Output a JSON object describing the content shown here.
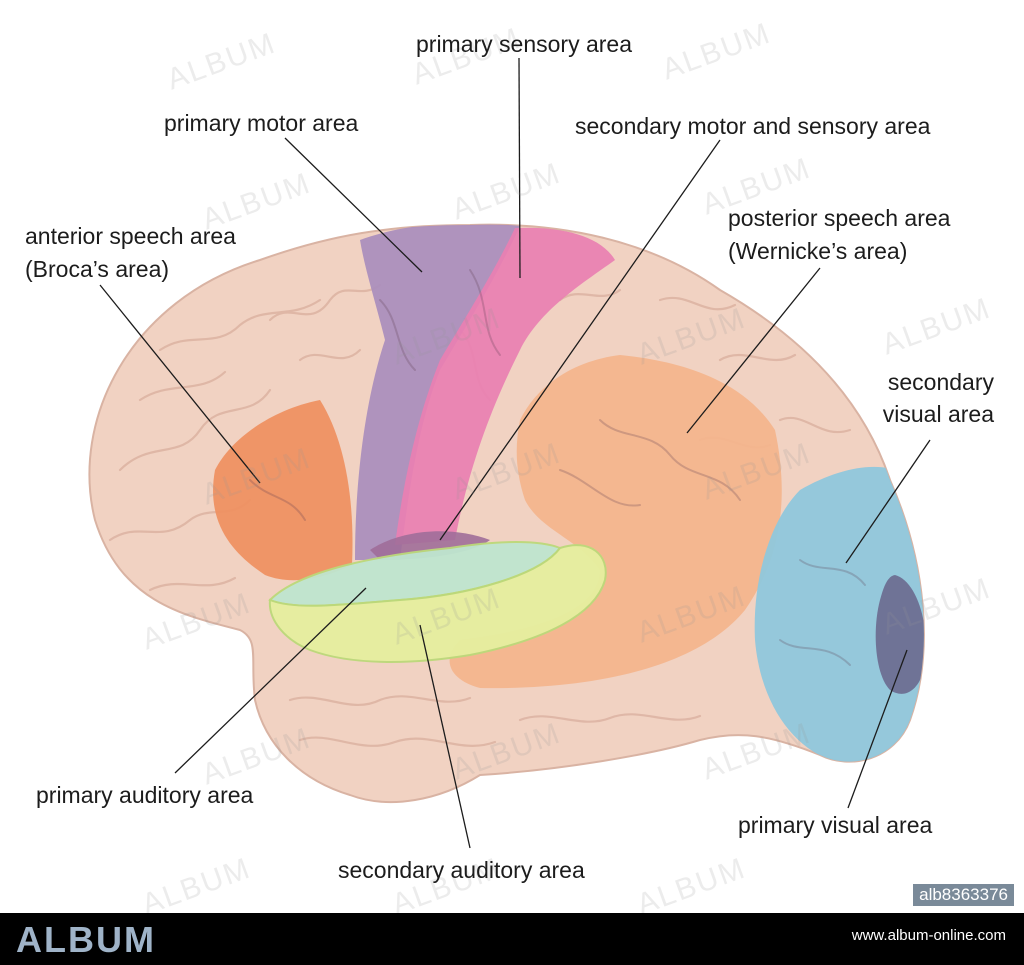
{
  "labels": {
    "primary_sensory": "primary sensory area",
    "primary_motor": "primary motor area",
    "secondary_motor_sensory": "secondary motor and sensory area",
    "anterior_speech_1": "anterior speech area",
    "anterior_speech_2": "(Broca’s area)",
    "posterior_speech_1": "posterior speech area",
    "posterior_speech_2": "(Wernicke’s area)",
    "secondary_visual_1": "secondary",
    "secondary_visual_2": "visual area",
    "primary_auditory": "primary auditory area",
    "secondary_auditory": "secondary auditory area",
    "primary_visual": "primary visual area"
  },
  "watermark": "ALBUM",
  "footer": {
    "brand": "ALBUM",
    "site": "www.album-online.com",
    "catalog_id": "alb8363376"
  },
  "colors": {
    "cortex": "#f1d2c2",
    "primary_motor": "#a98dbd",
    "primary_sensory": "#e97fb2",
    "broca": "#ef8f5f",
    "wernicke": "#f4b48c",
    "primary_auditory": "#bfe6cf",
    "secondary_auditory": "#e6ef9f",
    "secondary_visual": "#8fc7dc",
    "primary_visual": "#6d6f92"
  }
}
